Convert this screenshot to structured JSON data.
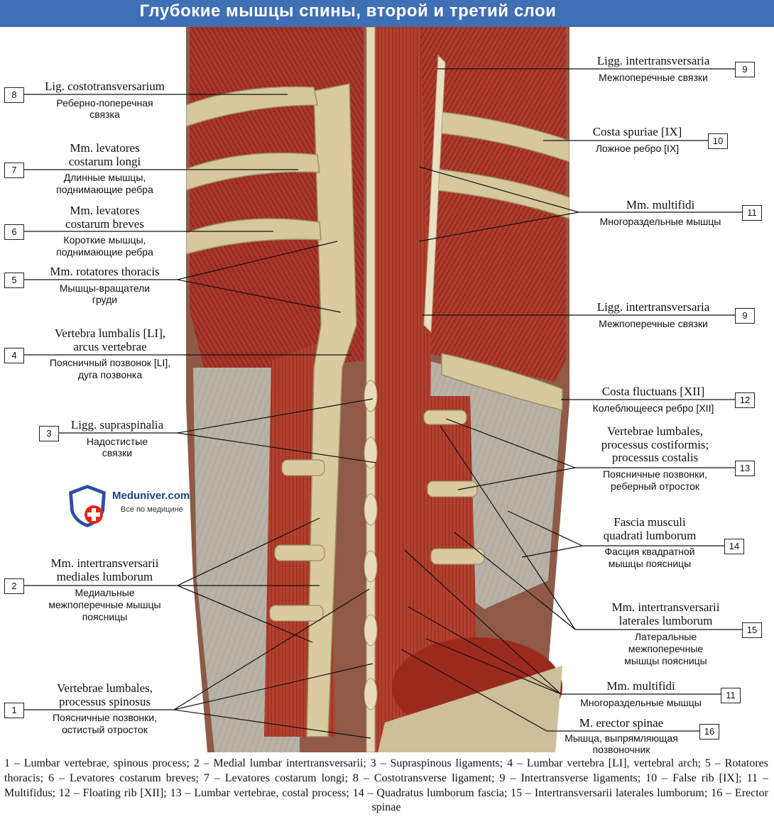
{
  "title": "Глубокие мышцы спины, второй и третий слои",
  "watermark": {
    "name": "Meduniver.com",
    "tagline": "Все по медицине"
  },
  "labels": {
    "l8": {
      "num": "8",
      "lat": "Lig. costotransversarium",
      "rus1": "Реберно-поперечная",
      "rus2": "связка"
    },
    "l7": {
      "num": "7",
      "lat1": "Mm. levatores",
      "lat2": "costarum longi",
      "rus1": "Длинные мышцы,",
      "rus2": "поднимающие ребра"
    },
    "l6": {
      "num": "6",
      "lat1": "Mm. levatores",
      "lat2": "costarum breves",
      "rus1": "Короткие мышцы,",
      "rus2": "поднимающие ребра"
    },
    "l5": {
      "num": "5",
      "lat": "Mm. rotatores thoracis",
      "rus1": "Мышцы-вращатели",
      "rus2": "груди"
    },
    "l4": {
      "num": "4",
      "lat1": "Vertebra lumbalis [LI],",
      "lat2": "arcus vertebrae",
      "rus1": "Поясничный позвонок [LI],",
      "rus2": "дуга позвонка"
    },
    "l3": {
      "num": "3",
      "lat": "Ligg. supraspinalia",
      "rus1": "Надостистые",
      "rus2": "связки"
    },
    "l2": {
      "num": "2",
      "lat1": "Mm. intertransversarii",
      "lat2": "mediales lumborum",
      "rus1": "Медиальные",
      "rus2": "межпоперечные мышцы",
      "rus3": "поясницы"
    },
    "l1": {
      "num": "1",
      "lat1": "Vertebrae lumbales,",
      "lat2": "processus spinosus",
      "rus1": "Поясничные позвонки,",
      "rus2": "остистый отросток"
    },
    "l9a": {
      "num": "9",
      "lat": "Ligg. intertransversaria",
      "rus": "Межпоперечные связки"
    },
    "l10": {
      "num": "10",
      "lat": "Costa spuriae [IX]",
      "rus": "Ложное ребро [IX]"
    },
    "l11a": {
      "num": "11",
      "lat": "Mm. multifidi",
      "rus": "Многораздельные мышцы"
    },
    "l9b": {
      "num": "9",
      "lat": "Ligg. intertransversaria",
      "rus": "Межпоперечные связки"
    },
    "l12": {
      "num": "12",
      "lat": "Costa fluctuans [XII]",
      "rus": "Колеблющееся ребро [XII]"
    },
    "l13": {
      "num": "13",
      "lat1": "Vertebrae lumbales,",
      "lat2": "processus costiformis;",
      "lat3": "processus costalis",
      "rus1": "Поясничные позвонки,",
      "rus2": "реберный отросток"
    },
    "l14": {
      "num": "14",
      "lat1": "Fascia musculi",
      "lat2": "quadrati lumborum",
      "rus1": "Фасция квадратной",
      "rus2": "мышцы поясницы"
    },
    "l15": {
      "num": "15",
      "lat1": "Mm. intertransversarii",
      "lat2": "laterales lumborum",
      "rus1": "Латеральные",
      "rus2": "межпоперечные",
      "rus3": "мышцы поясницы"
    },
    "l11b": {
      "num": "11",
      "lat": "Mm. multifidi",
      "rus": "Многораздельные мышцы"
    },
    "l16": {
      "num": "16",
      "lat": "M. erector spinae",
      "rus1": "Мышца, выпрямляющая",
      "rus2": "позвоночник"
    }
  },
  "caption": "1 – Lumbar vertebrae, spinous process; 2 – Medial lumbar intertransversarii; 3 – Supraspinous ligaments; 4 – Lumbar vertebra [LI], vertebral arch; 5 – Rotatores thoracis; 6 – Levatores costarum breves; 7 – Levatores costarum longi; 8 – Costotransverse ligament; 9 – Intertransverse ligaments; 10 – False rib [IX]; 11 – Multifidus; 12 – Floating rib [XII]; 13 – Lumbar vertebrae, costal process; 14 – Quadratus lumborum fascia; 15 – Intertransversarii laterales lumborum; 16 – Erector spinae",
  "colors": {
    "title_bar": "#3f6fb5",
    "muscle": "#a8362a",
    "bone": "#d9caa0",
    "fascia": "#b9b0a0"
  }
}
